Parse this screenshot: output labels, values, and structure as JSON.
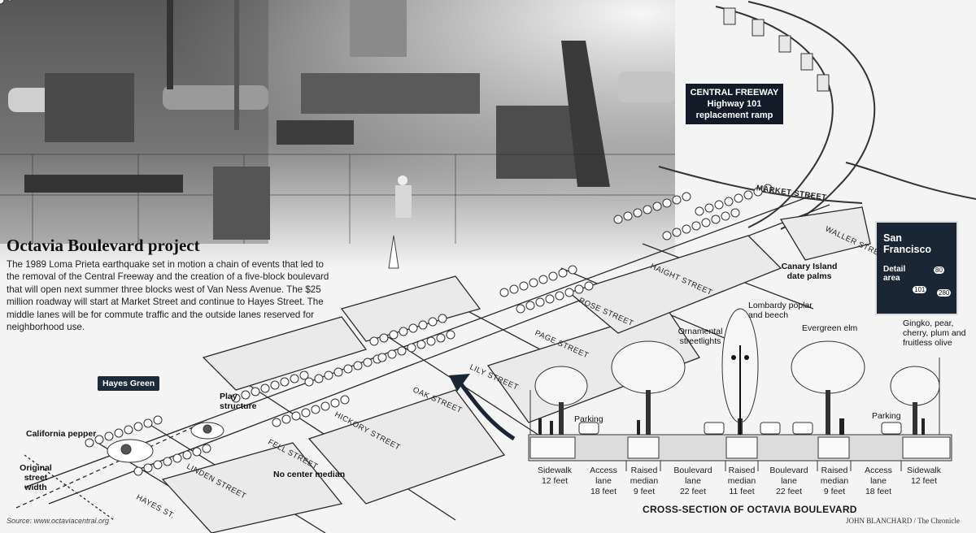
{
  "title": "Octavia Boulevard project",
  "intro": "The 1989 Loma Prieta earthquake set in motion a chain of events that led to the removal of the Central Freeway and the creation of a five-block boulevard that will open next summer three blocks west of Van Ness Avenue. The $25 million roadway will start at Market Street and continue to Hayes Street. The middle lanes will be for commute traffic and the outside lanes reserved for neighborhood use.",
  "freeway_label": {
    "line1": "CENTRAL FREEWAY",
    "line2": "Highway 101",
    "line3": "replacement ramp"
  },
  "inset": {
    "title_line1": "San",
    "title_line2": "Francisco",
    "detail_line1": "Detail",
    "detail_line2": "area",
    "shield_80": "80",
    "shield_101": "101",
    "shield_280": "280"
  },
  "map_labels": {
    "hayes_green": "Hayes Green",
    "play_structure_line1": "Play",
    "play_structure_line2": "structure",
    "california_pepper": "California pepper",
    "original_width_line1": "Original",
    "original_width_line2": "street",
    "original_width_line3": "width",
    "no_center_median": "No center median",
    "canary_line1": "Canary Island",
    "canary_line2": "date palms"
  },
  "streets": {
    "market": "MARKET STREET",
    "waller": "WALLER STREET",
    "haight": "HAIGHT STREET",
    "rose": "ROSE STREET",
    "page": "PAGE STREET",
    "lily": "LILY STREET",
    "oak": "OAK STREET",
    "hickory": "HICKORY STREET",
    "fell": "FELL STREET",
    "linden": "LINDEN STREET",
    "hayes": "HAYES ST."
  },
  "cross_section": {
    "title": "CROSS-SECTION OF OCTAVIA BOULEVARD",
    "parking_left": "Parking",
    "parking_right": "Parking",
    "trees": {
      "lombardy_line1": "Lombardy poplar",
      "lombardy_line2": "and beech",
      "streetlights_line1": "Ornamental",
      "streetlights_line2": "streetlights",
      "elm": "Evergreen elm",
      "gingko_line1": "Gingko, pear,",
      "gingko_line2": "cherry, plum and",
      "gingko_line3": "fruitless olive"
    },
    "lanes": [
      {
        "name_line1": "Sidewalk",
        "name_line2": "",
        "width": "12 feet"
      },
      {
        "name_line1": "Access",
        "name_line2": "lane",
        "width": "18 feet"
      },
      {
        "name_line1": "Raised",
        "name_line2": "median",
        "width": "9 feet"
      },
      {
        "name_line1": "Boulevard",
        "name_line2": "lane",
        "width": "22 feet"
      },
      {
        "name_line1": "Raised",
        "name_line2": "median",
        "width": "11 feet"
      },
      {
        "name_line1": "Boulevard",
        "name_line2": "lane",
        "width": "22 feet"
      },
      {
        "name_line1": "Raised",
        "name_line2": "median",
        "width": "9 feet"
      },
      {
        "name_line1": "Access",
        "name_line2": "lane",
        "width": "18 feet"
      },
      {
        "name_line1": "Sidewalk",
        "name_line2": "",
        "width": "12 feet"
      }
    ]
  },
  "source": "Source: www.octaviacentral.org",
  "credit": "JOHN BLANCHARD / The Chronicle",
  "colors": {
    "dark_box": "#1d2a3a",
    "photo_gray": "#6b6b6b",
    "street_fill": "#e8e8e8"
  }
}
